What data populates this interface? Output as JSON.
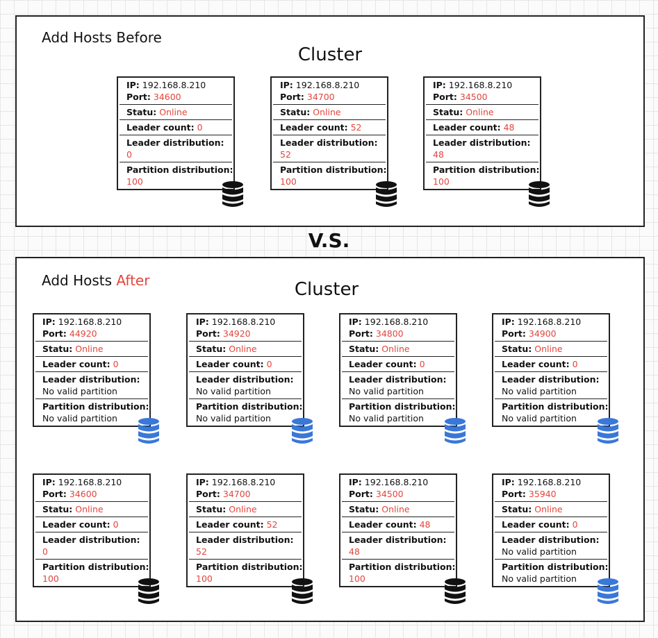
{
  "before": {
    "label": "Add Hosts Before",
    "cluster_title": "Cluster",
    "hosts": [
      {
        "ip": "192.168.8.210",
        "port": "34600",
        "status": "Online",
        "leader_count": "0",
        "leader_distribution": "0",
        "partition_distribution": "100",
        "db_color": "#111111"
      },
      {
        "ip": "192.168.8.210",
        "port": "34700",
        "status": "Online",
        "leader_count": "52",
        "leader_distribution": "52",
        "partition_distribution": "100",
        "db_color": "#111111"
      },
      {
        "ip": "192.168.8.210",
        "port": "34500",
        "status": "Online",
        "leader_count": "48",
        "leader_distribution": "48",
        "partition_distribution": "100",
        "db_color": "#111111"
      }
    ]
  },
  "vs_label": "V.S.",
  "after": {
    "label_prefix": "Add Hosts ",
    "label_accent": "After",
    "cluster_title": "Cluster",
    "hosts": [
      {
        "ip": "192.168.8.210",
        "port": "44920",
        "status": "Online",
        "leader_count": "0",
        "leader_distribution": "No valid partition",
        "partition_distribution": "No valid partition",
        "db_color": "#3a78d8",
        "ld_red": false,
        "pd_red": false
      },
      {
        "ip": "192.168.8.210",
        "port": "34920",
        "status": "Online",
        "leader_count": "0",
        "leader_distribution": "No valid partition",
        "partition_distribution": "No valid partition",
        "db_color": "#3a78d8",
        "ld_red": false,
        "pd_red": false
      },
      {
        "ip": "192.168.8.210",
        "port": "34800",
        "status": "Online",
        "leader_count": "0",
        "leader_distribution": "No valid partition",
        "partition_distribution": "No valid partition",
        "db_color": "#3a78d8",
        "ld_red": false,
        "pd_red": false
      },
      {
        "ip": "192.168.8.210",
        "port": "34900",
        "status": "Online",
        "leader_count": "0",
        "leader_distribution": "No valid partition",
        "partition_distribution": "No valid partition",
        "db_color": "#3a78d8",
        "ld_red": false,
        "pd_red": false
      },
      {
        "ip": "192.168.8.210",
        "port": "34600",
        "status": "Online",
        "leader_count": "0",
        "leader_distribution": "0",
        "partition_distribution": "100",
        "db_color": "#111111",
        "ld_red": true,
        "pd_red": true
      },
      {
        "ip": "192.168.8.210",
        "port": "34700",
        "status": "Online",
        "leader_count": "52",
        "leader_distribution": "52",
        "partition_distribution": "100",
        "db_color": "#111111",
        "ld_red": true,
        "pd_red": true
      },
      {
        "ip": "192.168.8.210",
        "port": "34500",
        "status": "Online",
        "leader_count": "48",
        "leader_distribution": "48",
        "partition_distribution": "100",
        "db_color": "#111111",
        "ld_red": true,
        "pd_red": true
      },
      {
        "ip": "192.168.8.210",
        "port": "35940",
        "status": "Online",
        "leader_count": "0",
        "leader_distribution": "No valid partition",
        "partition_distribution": "No valid partition",
        "db_color": "#3a78d8",
        "ld_red": false,
        "pd_red": false
      }
    ]
  },
  "labels": {
    "ip": "IP:",
    "port": "Port:",
    "status": "Statu:",
    "leader_count": "Leader count:",
    "leader_distribution": "Leader distribution:",
    "partition_distribution": "Partition distribution:"
  }
}
